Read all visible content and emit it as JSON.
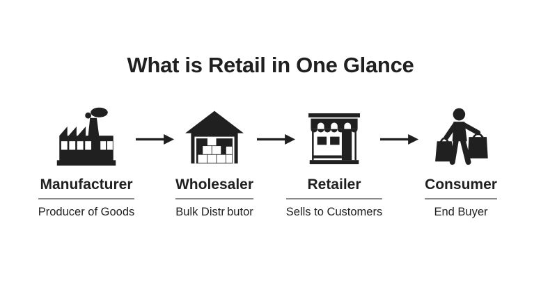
{
  "title": "What is Retail in One Glance",
  "colors": {
    "background": "#ffffff",
    "ink": "#202020",
    "divider": "#8c8c8c"
  },
  "stages": [
    {
      "name": "Manufacturer",
      "description": "Producer of Goods",
      "icon": "factory-icon"
    },
    {
      "name": "Wholesaler",
      "description": "Bulk Distr butor",
      "icon": "warehouse-icon"
    },
    {
      "name": "Retailer",
      "description": "Sells to Customers",
      "icon": "storefront-icon"
    },
    {
      "name": "Consumer",
      "description": "End Buyer",
      "icon": "shopper-icon"
    }
  ],
  "arrow_icon": "right-arrow-icon"
}
